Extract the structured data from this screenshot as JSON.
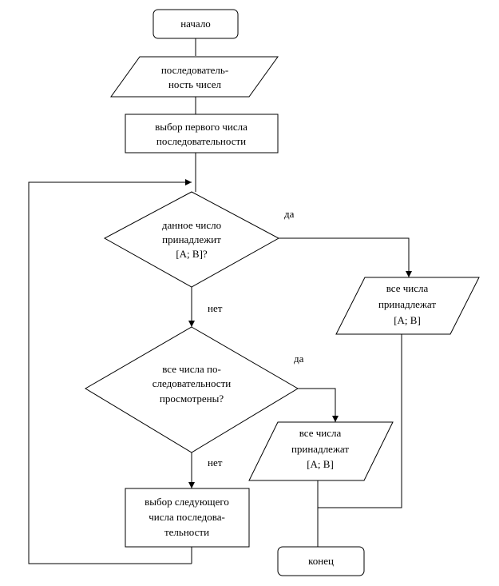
{
  "flowchart": {
    "start": {
      "label": "начало"
    },
    "input": {
      "lines": [
        "последователь-",
        "ность чисел"
      ]
    },
    "select_first": {
      "lines": [
        "выбор первого числа",
        "последовательности"
      ]
    },
    "decision_belongs": {
      "lines": [
        "данное число",
        "принадлежит",
        "[A; B]?"
      ]
    },
    "output_belongs_right": {
      "lines": [
        "все числа",
        "принадлежат",
        "[A; B]"
      ]
    },
    "decision_viewed": {
      "lines": [
        "все числа по-",
        "следовательности",
        "просмотрены?"
      ]
    },
    "output_belongs_middle": {
      "lines": [
        "все числа",
        "принадлежат",
        "[A; B]"
      ]
    },
    "select_next": {
      "lines": [
        "выбор следующего",
        "числа последова-",
        "тельности"
      ]
    },
    "end": {
      "label": "конец"
    },
    "labels": {
      "yes_1": "да",
      "no_1": "нет",
      "yes_2": "да",
      "no_2": "нет"
    }
  }
}
